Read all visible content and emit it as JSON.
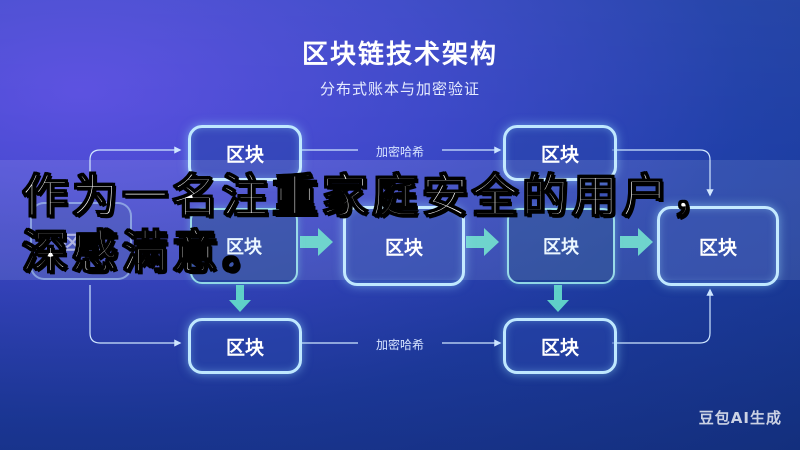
{
  "diagram": {
    "title": "区块链技术架构",
    "subtitle": "分布式账本与加密验证",
    "block_label": "区块",
    "edge_label": "加密哈希",
    "colors": {
      "accent": "#bfe8ff",
      "mid_border": "#8fd7e6",
      "arrow": "#5fd0c8"
    }
  },
  "overlay": {
    "line1": "作为一名注重家庭安全的用户，",
    "line2": "深感满意。"
  },
  "watermark": "豆包AI生成"
}
